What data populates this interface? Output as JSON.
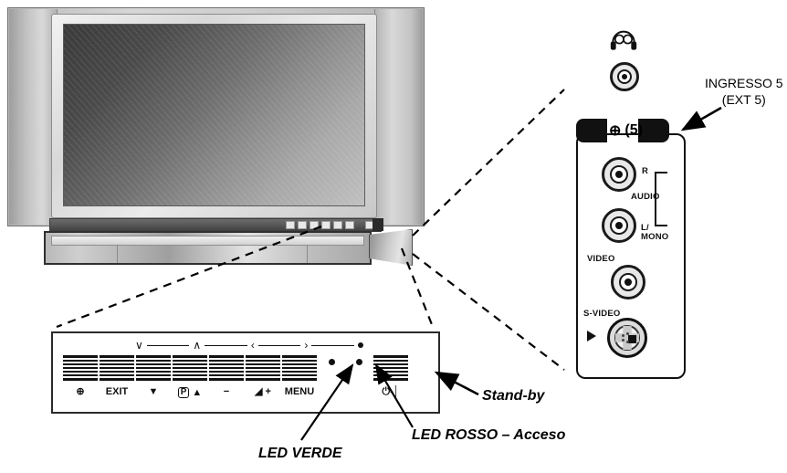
{
  "diagram": {
    "title": "TV front panel controls and side AV connector panel (EXT 5)"
  },
  "tv": {
    "name": "widescreen-television",
    "screen_label": "",
    "button_strip_count": 7
  },
  "front_panel": {
    "nav_indicators": [
      "∨",
      "∧",
      "‹",
      "›",
      "•"
    ],
    "buttons": [
      {
        "name": "source-button",
        "label": "⊕",
        "icon": "source-icon"
      },
      {
        "name": "exit-button",
        "label": "EXIT",
        "icon": "exit-text"
      },
      {
        "name": "program-down-button",
        "label": "▼",
        "icon": "triangle-down-icon"
      },
      {
        "name": "program-button",
        "label": "P",
        "icon": "program-boxed-icon"
      },
      {
        "name": "program-up-button",
        "label": "▲",
        "icon": "triangle-up-icon"
      },
      {
        "name": "volume-down-button",
        "label": "−",
        "icon": "minus-icon"
      },
      {
        "name": "volume-button",
        "label": "◢",
        "icon": "volume-wedge-icon"
      },
      {
        "name": "volume-up-button",
        "label": "+",
        "icon": "plus-icon"
      },
      {
        "name": "menu-button",
        "label": "MENU",
        "icon": "menu-text"
      },
      {
        "name": "power-button",
        "label": "⏻-│",
        "icon": "power-icon"
      }
    ],
    "leds": [
      {
        "name": "green-led",
        "label": "LED VERDE"
      },
      {
        "name": "red-led",
        "label": "LED ROSSO – Acceso"
      }
    ]
  },
  "connector_panel": {
    "header_marker": "⊕",
    "header_number": "(5)",
    "headphone_icon": "headphones-icon",
    "jacks": [
      {
        "name": "headphone-jack",
        "label": ""
      },
      {
        "name": "audio-r-jack",
        "label": "R"
      },
      {
        "name": "audio-l-jack",
        "label": "L/\nMONO"
      },
      {
        "name": "video-jack",
        "label": "VIDEO"
      },
      {
        "name": "svideo-jack",
        "label": "S-VIDEO"
      }
    ],
    "audio_bracket_label": "AUDIO",
    "labels": {
      "r": "R",
      "audio": "AUDIO",
      "l_mono_line1": "L/",
      "l_mono_line2": "MONO",
      "video": "VIDEO",
      "svideo": "S-VIDEO"
    }
  },
  "callouts": {
    "ingresso_line1": "INGRESSO 5",
    "ingresso_line2": "(EXT 5)",
    "standby": "Stand-by",
    "led_verde": "LED VERDE",
    "led_rosso": "LED ROSSO – Acceso"
  },
  "colors": {
    "ink": "#000000",
    "panel_border": "#2a2a2a",
    "cabinet": "#c8c8c8",
    "screen_dark": "#3a3a3a",
    "screen_light": "#c0c0c0"
  }
}
